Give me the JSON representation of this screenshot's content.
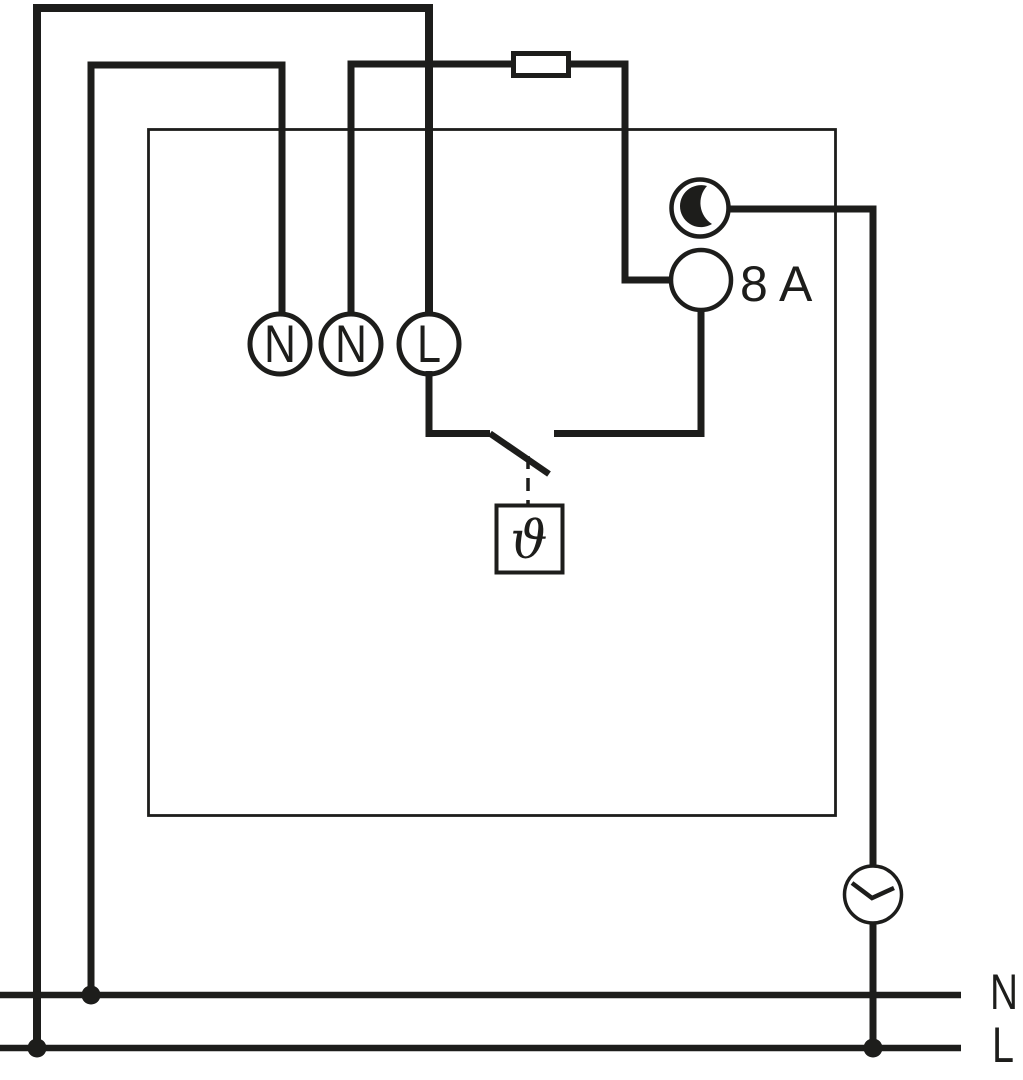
{
  "diagram": {
    "kind": "thermostat-wiring-diagram",
    "device": {
      "terminals": [
        {
          "label": "N"
        },
        {
          "label": "N"
        },
        {
          "label": "L"
        }
      ],
      "relay": {
        "rating": "8 A",
        "night_setback_icon": "moon-icon"
      },
      "thermostat": {
        "symbol": "ϑ",
        "icon": "thermostat-switch-icon"
      }
    },
    "external_components": {
      "load_icon": "load-resistor-icon",
      "timer_icon": "clock-icon"
    },
    "power_bus": {
      "neutral_label": "N",
      "line_label": "L"
    },
    "colors": {
      "ink": "#1d1d1b",
      "background": "#ffffff"
    }
  }
}
